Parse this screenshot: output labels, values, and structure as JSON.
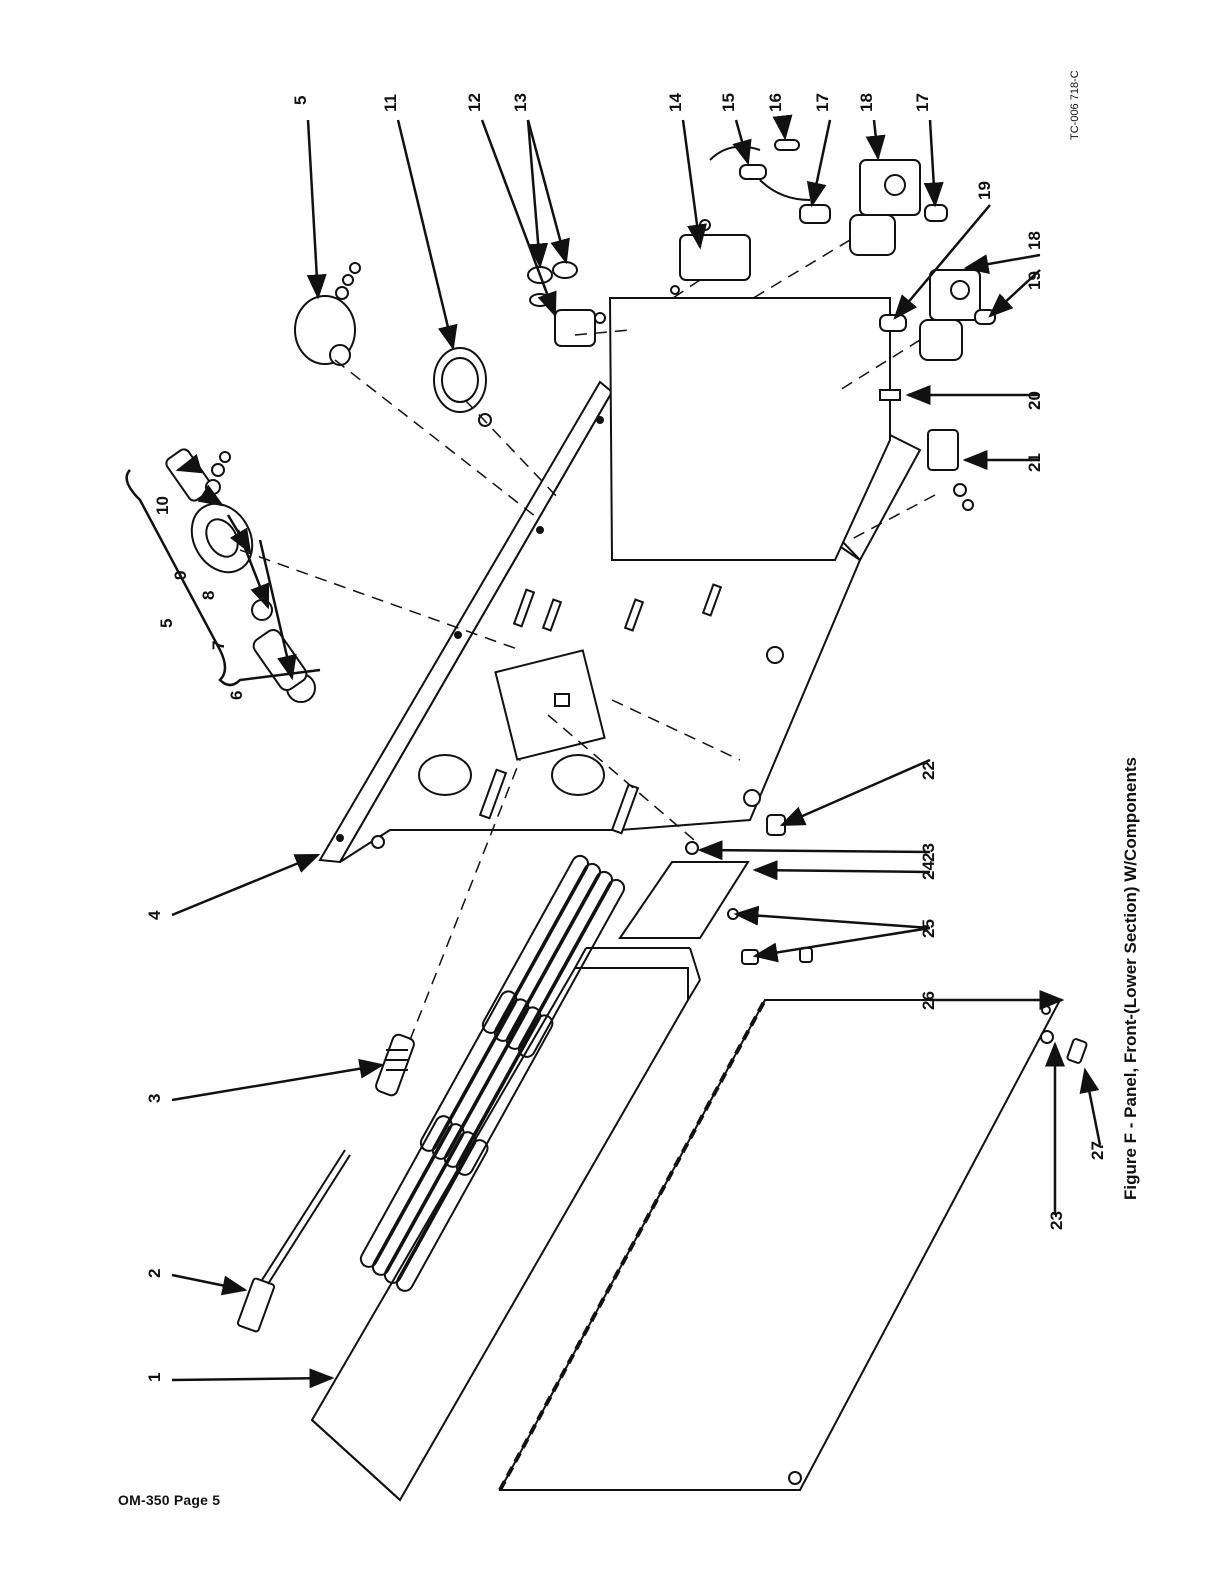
{
  "figure": {
    "caption": "Figure F - Panel, Front-(Lower Section) W/Components",
    "drawing_code": "TC-006 718-C",
    "page_ref": "OM-350 Page 5"
  },
  "callouts": [
    {
      "id": "c1",
      "label": "1"
    },
    {
      "id": "c2",
      "label": "2"
    },
    {
      "id": "c3",
      "label": "3"
    },
    {
      "id": "c4",
      "label": "4"
    },
    {
      "id": "c5a",
      "label": "5"
    },
    {
      "id": "c5b",
      "label": "5"
    },
    {
      "id": "c6",
      "label": "6"
    },
    {
      "id": "c7",
      "label": "7"
    },
    {
      "id": "c8",
      "label": "8"
    },
    {
      "id": "c9",
      "label": "9"
    },
    {
      "id": "c10",
      "label": "10"
    },
    {
      "id": "c11",
      "label": "11"
    },
    {
      "id": "c12",
      "label": "12"
    },
    {
      "id": "c13",
      "label": "13"
    },
    {
      "id": "c14",
      "label": "14"
    },
    {
      "id": "c15",
      "label": "15"
    },
    {
      "id": "c16",
      "label": "16"
    },
    {
      "id": "c17a",
      "label": "17"
    },
    {
      "id": "c17b",
      "label": "17"
    },
    {
      "id": "c18a",
      "label": "18"
    },
    {
      "id": "c18b",
      "label": "18"
    },
    {
      "id": "c19a",
      "label": "19"
    },
    {
      "id": "c19b",
      "label": "19"
    },
    {
      "id": "c20",
      "label": "20"
    },
    {
      "id": "c21",
      "label": "21"
    },
    {
      "id": "c22",
      "label": "22"
    },
    {
      "id": "c23a",
      "label": "23"
    },
    {
      "id": "c23b",
      "label": "23"
    },
    {
      "id": "c24",
      "label": "24"
    },
    {
      "id": "c25",
      "label": "25"
    },
    {
      "id": "c26",
      "label": "26"
    },
    {
      "id": "c27",
      "label": "27"
    }
  ]
}
